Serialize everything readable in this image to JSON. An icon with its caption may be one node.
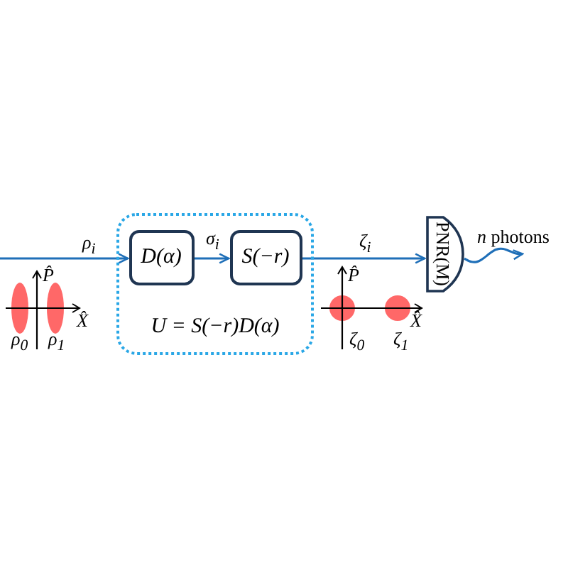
{
  "diagram": {
    "nodes": [
      {
        "text": [
          "U = S(−r)D(α)"
        ]
      },
      {
        "text": [
          "D(α)"
        ],
        "in": 0
      },
      {
        "text": [
          "S(−r)"
        ],
        "in": 0
      },
      {
        "text": [
          "PNR(M)"
        ]
      }
    ],
    "edges": [
      {
        "from": null,
        "to": 1,
        "arrow": "to",
        "label": "ρ$_{i}$"
      },
      {
        "from": 1,
        "to": 2,
        "arrow": "to",
        "label": "σ$_{i}$"
      },
      {
        "from": 2,
        "to": 3,
        "arrow": "to",
        "label": "ζ$_{i}$"
      },
      {
        "from": 3,
        "to": null,
        "arrow": "to",
        "label": "*n* photons"
      }
    ],
    "labels": [
      "P̂",
      "X̂",
      "ρ$_{0}$",
      "ρ$_{1}$",
      "P̂",
      "X̂",
      "ζ$_{0}$",
      "ζ$_{1}$"
    ]
  }
}
